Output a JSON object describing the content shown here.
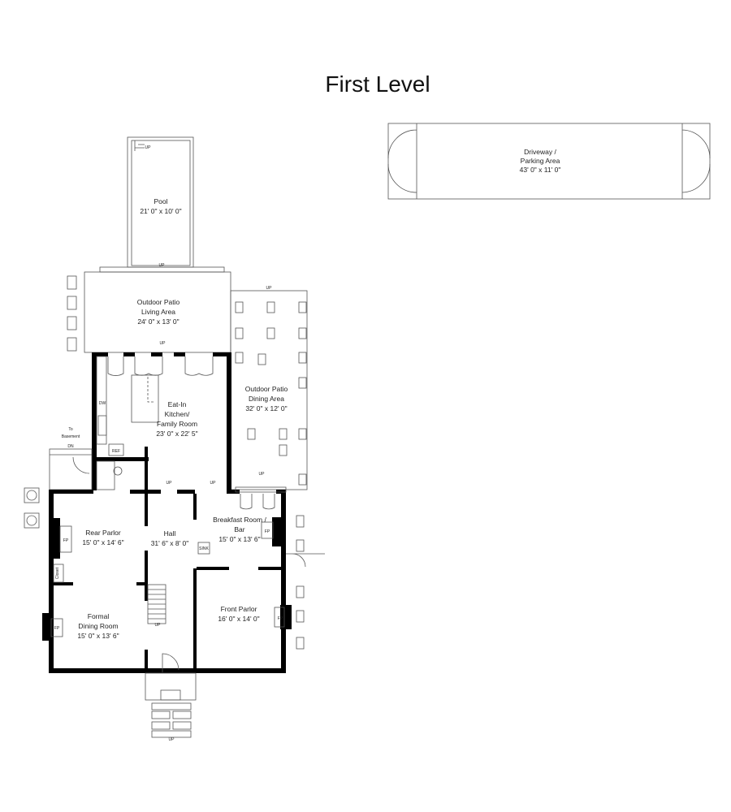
{
  "title": "First Level",
  "rooms": {
    "pool": {
      "name": "Pool",
      "dims": "21' 0\" x 10' 0\""
    },
    "driveway": {
      "name": "Driveway /",
      "name2": "Parking Area",
      "dims": "43' 0\" x 11' 0\""
    },
    "patio_living": {
      "name": "Outdoor Patio",
      "name2": "Living Area",
      "dims": "24' 0\" x 13' 0\""
    },
    "patio_dining": {
      "name": "Outdoor Patio",
      "name2": "Dining Area",
      "dims": "32' 0\" x 12' 0\""
    },
    "kitchen": {
      "name": "Eat-In",
      "name2": "Kitchen/",
      "name3": "Family Room",
      "dims": "23' 0\" x 22' 5\""
    },
    "rear_parlor": {
      "name": "Rear Parlor",
      "dims": "15' 0\" x 14' 6\""
    },
    "hall": {
      "name": "Hall",
      "dims": "31' 6\" x 8' 0\""
    },
    "breakfast": {
      "name": "Breakfast Room /",
      "name2": "Bar",
      "dims": "15' 0\" x 13' 6\""
    },
    "dining": {
      "name": "Formal",
      "name2": "Dining Room",
      "dims": "15' 0\" x 13' 6\""
    },
    "front_parlor": {
      "name": "Front Parlor",
      "dims": "16' 0\" x 14' 0\""
    }
  },
  "labels": {
    "to": "To",
    "basement": "Basement",
    "dn": "DN",
    "up": "UP",
    "ref": "REF",
    "dw": "DW",
    "fp": "FP",
    "closet": "Closet",
    "sink": "SINK"
  }
}
